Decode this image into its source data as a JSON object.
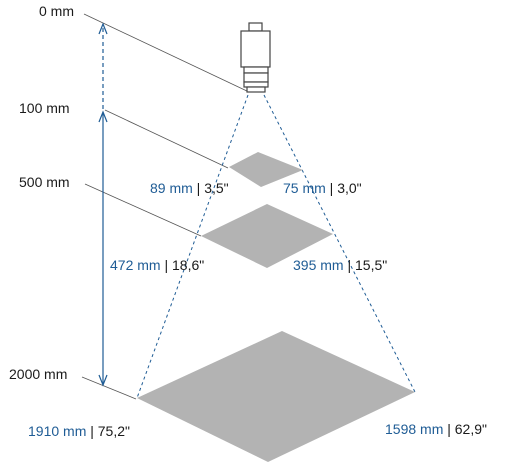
{
  "distances": {
    "d0": "0 mm",
    "d100": "100 mm",
    "d500": "500 mm",
    "d2000": "2000 mm"
  },
  "fields": {
    "at100": {
      "width_mm": "89 mm",
      "width_in": " | 3,5\"",
      "height_mm": "75 mm",
      "height_in": " | 3,0\""
    },
    "at500": {
      "width_mm": "472 mm",
      "width_in": " | 18,6\"",
      "height_mm": "395 mm",
      "height_in": " | 15,5\""
    },
    "at2000": {
      "width_mm": "1910 mm",
      "width_in": " | 75,2\"",
      "height_mm": "1598 mm",
      "height_in": " | 62,9\""
    }
  },
  "colors": {
    "accent_blue": "#1f5c95",
    "field_gray": "#b3b3b3",
    "line_gray": "#555555",
    "camera_stroke": "#444444"
  },
  "icons": {
    "camera": "camera-icon"
  }
}
